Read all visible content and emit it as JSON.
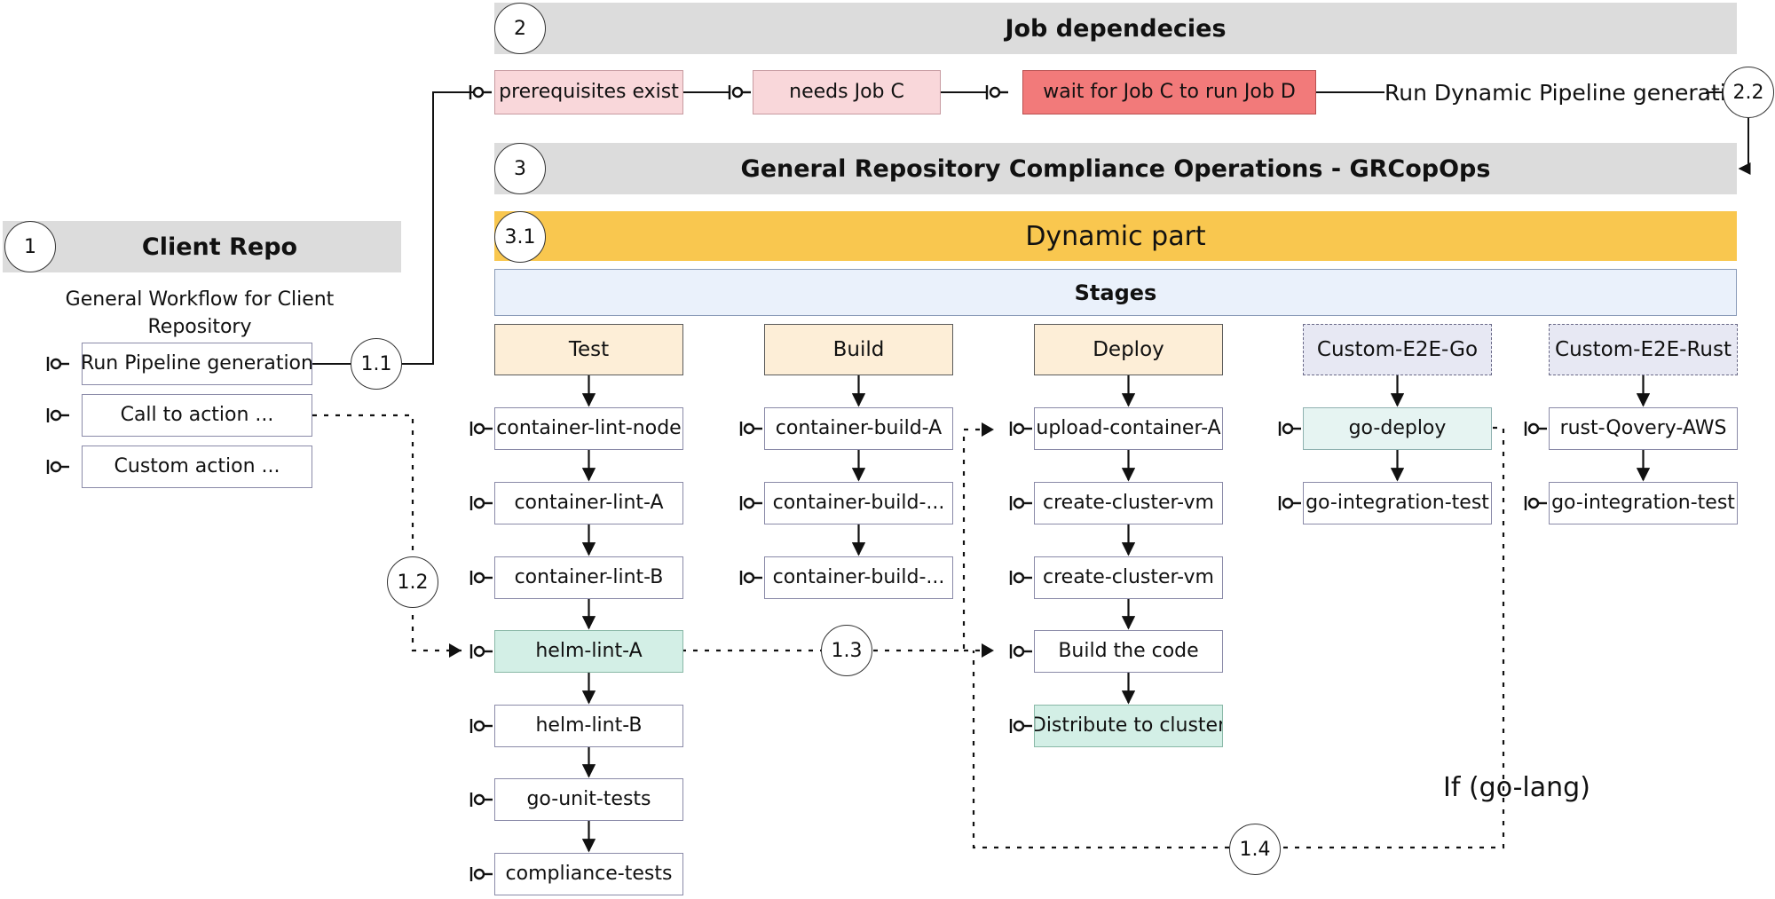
{
  "client": {
    "badge": "1",
    "title": "Client Repo",
    "subtitle_line1": "General Workflow for Client",
    "subtitle_line2": "Repository",
    "actions": [
      "Run Pipeline generation",
      "Call to action ...",
      "Custom action ..."
    ]
  },
  "deps": {
    "badge": "2",
    "title": "Job dependecies",
    "steps": [
      "prerequisites exist",
      "needs Job C",
      "wait for Job C to run Job D"
    ],
    "trigger_text": "Run Dynamic Pipeline generation",
    "trigger_badge": "2.2"
  },
  "grc": {
    "badge": "3",
    "title": "General Repository Compliance Operations - GRCopOps"
  },
  "dynamic": {
    "badge": "3.1",
    "title": "Dynamic part"
  },
  "stages": {
    "title": "Stages",
    "columns": [
      {
        "header": "Test",
        "jobs": [
          "container-lint-node",
          "container-lint-A",
          "container-lint-B",
          "helm-lint-A",
          "helm-lint-B",
          "go-unit-tests",
          "compliance-tests"
        ]
      },
      {
        "header": "Build",
        "jobs": [
          "container-build-A",
          "container-build-...",
          "container-build-..."
        ]
      },
      {
        "header": "Deploy",
        "jobs": [
          "upload-container-A",
          "create-cluster-vm",
          "create-cluster-vm",
          "Build the code",
          "Distribute to cluster"
        ]
      },
      {
        "header": "Custom-E2E-Go",
        "jobs": [
          "go-deploy",
          "go-integration-test"
        ]
      },
      {
        "header": "Custom-E2E-Rust",
        "jobs": [
          "rust-Qovery-AWS",
          "go-integration-test"
        ]
      }
    ]
  },
  "links": {
    "l11": "1.1",
    "l12": "1.2",
    "l13": "1.3",
    "l14": "1.4",
    "condition": "If (go-lang)"
  },
  "colors": {
    "banner_gray": "#dcdcdc",
    "dynamic_yellow": "#f9c74f",
    "stages_blue": "#eaf1fb",
    "stage_header": "#fdeed7",
    "custom_header": "#e7e8f3",
    "dep_pink": "#f9d7da",
    "dep_red": "#f27a7a",
    "highlight_green": "#d3efe6"
  }
}
